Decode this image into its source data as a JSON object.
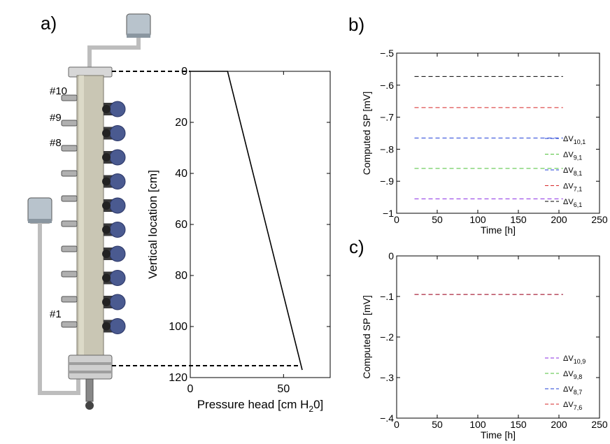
{
  "panels": {
    "a": "a)",
    "b": "b)",
    "c": "c)"
  },
  "column_labels": {
    "p10": "#10",
    "p9": "#9",
    "p8": "#8",
    "p1": "#1"
  },
  "colors": {
    "axis": "#000000",
    "column_body": "#c9c6b4",
    "pipe": "#bdbdbd",
    "electrode": "#4a5a90"
  },
  "chart_data": [
    {
      "id": "pressure",
      "type": "line",
      "xlabel": "Pressure head [cm H",
      "xlabel_sub": "2",
      "xlabel_tail": "0]",
      "ylabel": "Vertical location [cm]",
      "xlim": [
        0,
        75
      ],
      "ylim": [
        0,
        120
      ],
      "y_inverted": true,
      "xticks": [
        0,
        50
      ],
      "yticks": [
        0,
        20,
        40,
        60,
        80,
        100,
        120
      ],
      "series": [
        {
          "x": [
            0,
            20,
            60,
            60
          ],
          "y": [
            0,
            0,
            117,
            117
          ]
        }
      ],
      "grid": false
    },
    {
      "id": "sp_b",
      "type": "line",
      "xlabel": "Time [h]",
      "ylabel": "Computed SP [mV]",
      "xlim": [
        0,
        250
      ],
      "ylim": [
        -1,
        -0.5
      ],
      "xticks": [
        0,
        50,
        100,
        150,
        200,
        250
      ],
      "yticks": [
        -1,
        -0.9,
        -0.8,
        -0.7,
        -0.6,
        -0.5
      ],
      "grid": false,
      "legend_placement": "bottom-right",
      "series": [
        {
          "main": "ΔV",
          "sub": "10,1",
          "color": "#000000",
          "x": [
            22,
            205
          ],
          "y": [
            -0.573,
            -0.573
          ]
        },
        {
          "main": "ΔV",
          "sub": "9,1",
          "color": "#d62728",
          "x": [
            22,
            205
          ],
          "y": [
            -0.67,
            -0.67
          ]
        },
        {
          "main": "ΔV",
          "sub": "8,1",
          "color": "#1f3fd6",
          "x": [
            22,
            205
          ],
          "y": [
            -0.765,
            -0.765
          ]
        },
        {
          "main": "ΔV",
          "sub": "7,1",
          "color": "#4fc23a",
          "x": [
            22,
            205
          ],
          "y": [
            -0.86,
            -0.86
          ]
        },
        {
          "main": "ΔV",
          "sub": "6,1",
          "color": "#8a2be2",
          "x": [
            22,
            205
          ],
          "y": [
            -0.955,
            -0.955
          ]
        }
      ],
      "legend": [
        {
          "main": "ΔV",
          "sub": "10,1",
          "color": "#1f3fd6"
        },
        {
          "main": "ΔV",
          "sub": "9,1",
          "color": "#4fc23a"
        },
        {
          "main": "ΔV",
          "sub": "8,1",
          "color": "#1f3fd6"
        },
        {
          "main": "ΔV",
          "sub": "7,1",
          "color": "#d62728"
        },
        {
          "main": "ΔV",
          "sub": "6,1",
          "color": "#000000"
        }
      ]
    },
    {
      "id": "sp_c",
      "type": "line",
      "xlabel": "Time [h]",
      "ylabel": "Computed SP [mV]",
      "xlim": [
        0,
        250
      ],
      "ylim": [
        -0.4,
        0
      ],
      "xticks": [
        0,
        50,
        100,
        150,
        200,
        250
      ],
      "yticks": [
        -0.4,
        -0.3,
        -0.2,
        -0.1,
        0
      ],
      "grid": false,
      "legend_placement": "bottom-right",
      "series": [
        {
          "main": "ΔV",
          "sub": "10,9",
          "color": "#8a2be2",
          "x": [
            22,
            205
          ],
          "y": [
            -0.095,
            -0.095
          ]
        },
        {
          "main": "ΔV",
          "sub": "9,8",
          "color": "#4fc23a",
          "x": [
            22,
            205
          ],
          "y": [
            -0.095,
            -0.095
          ]
        },
        {
          "main": "ΔV",
          "sub": "8,7",
          "color": "#1f3fd6",
          "x": [
            22,
            205
          ],
          "y": [
            -0.095,
            -0.095
          ]
        },
        {
          "main": "ΔV",
          "sub": "7,6",
          "color": "#d62728",
          "x": [
            22,
            205
          ],
          "y": [
            -0.095,
            -0.095
          ]
        }
      ],
      "legend": [
        {
          "main": "ΔV",
          "sub": "10,9",
          "color": "#8a2be2"
        },
        {
          "main": "ΔV",
          "sub": "9,8",
          "color": "#4fc23a"
        },
        {
          "main": "ΔV",
          "sub": "8,7",
          "color": "#1f3fd6"
        },
        {
          "main": "ΔV",
          "sub": "7,6",
          "color": "#d62728"
        }
      ]
    }
  ]
}
